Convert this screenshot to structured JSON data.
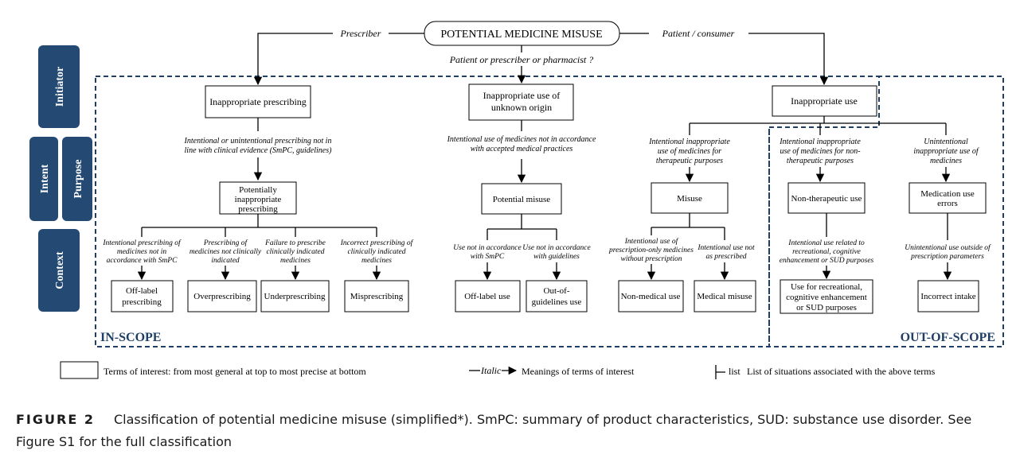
{
  "root": "POTENTIAL MEDICINE MISUSE",
  "edge_prescriber": "Prescriber",
  "edge_patient": "Patient / consumer",
  "edge_center": "Patient or prescriber or pharmacist ?",
  "side_labels": {
    "initiator": "Initiator",
    "intent": "Intent",
    "purpose": "Purpose",
    "context": "Context"
  },
  "level1": {
    "prescribing": "Inappropriate prescribing",
    "unknown": [
      "Inappropriate use of",
      "unknown origin"
    ],
    "use": "Inappropriate use"
  },
  "intent_notes": {
    "prescribing": [
      "Intentional or unintentional prescribing not in",
      "line with clinical evidence (SmPC, guidelines)"
    ],
    "unknown": [
      "Intentional use of medicines not in accordance",
      "with accepted medical practices"
    ],
    "therapeutic": [
      "Intentional inappropriate",
      "use of medicines for",
      "therapeutic purposes"
    ],
    "non_therapeutic": [
      "Intentional inappropriate",
      "use of medicines for non-",
      "therapeutic purposes"
    ],
    "unintentional": [
      "Unintentional",
      "inappropriate use of",
      "medicines"
    ]
  },
  "level2": {
    "pip": [
      "Potentially",
      "inappropriate",
      "prescribing"
    ],
    "potential_misuse": "Potential misuse",
    "misuse": "Misuse",
    "non_therapeutic_use": "Non-therapeutic use",
    "medication_errors": [
      "Medication use",
      "errors"
    ]
  },
  "context_notes": {
    "c1": [
      "Intentional prescribing of",
      "medicines not in",
      "accordance with SmPC"
    ],
    "c2": [
      "Prescribing of",
      "medicines not clinically",
      "indicated"
    ],
    "c3": [
      "Failure to prescribe",
      "clinically indicated",
      "medicines"
    ],
    "c4": [
      "Incorrect prescribing of",
      "clinically indicated",
      "medicines"
    ],
    "c5": [
      "Use not in accordance",
      "with SmPC"
    ],
    "c6": [
      "Use not in accordance",
      "with guidelines"
    ],
    "c7": [
      "Intentional use of",
      "prescription-only medicines",
      "without prescription"
    ],
    "c8": [
      "Intentional use not",
      "as prescribed"
    ],
    "c9": [
      "Intentional use related to",
      "recreational, cognitive",
      "enhancement or SUD purposes"
    ],
    "c10": [
      "Unintentional use outside of",
      "prescription parameters"
    ]
  },
  "leaves": {
    "l1": [
      "Off-label",
      "prescribing"
    ],
    "l2": "Overprescribing",
    "l3": "Underprescribing",
    "l4": "Misprescribing",
    "l5": "Off-label use",
    "l6": [
      "Out-of-",
      "guidelines use"
    ],
    "l7": "Non-medical use",
    "l8": "Medical misuse",
    "l9": [
      "Use for recreational,",
      "cognitive enhancement",
      "or SUD purposes"
    ],
    "l10": "Incorrect intake"
  },
  "scope": {
    "in": "IN-SCOPE",
    "out": "OUT-OF-SCOPE"
  },
  "legend": {
    "box": "Terms of interest: from most general at top to most precise at bottom",
    "italic_marker": "Italic",
    "italic": "Meanings of terms of interest",
    "list_marker": "list",
    "list": "List of situations associated with the above terms"
  },
  "caption": {
    "label": "FIGURE 2",
    "text": "Classification of potential medicine misuse (simplified*). SmPC: summary of product characteristics, SUD: substance use disorder. See Figure S1 for the full classification"
  },
  "colors": {
    "accent": "#244a73",
    "scope": "#1f3f66"
  }
}
